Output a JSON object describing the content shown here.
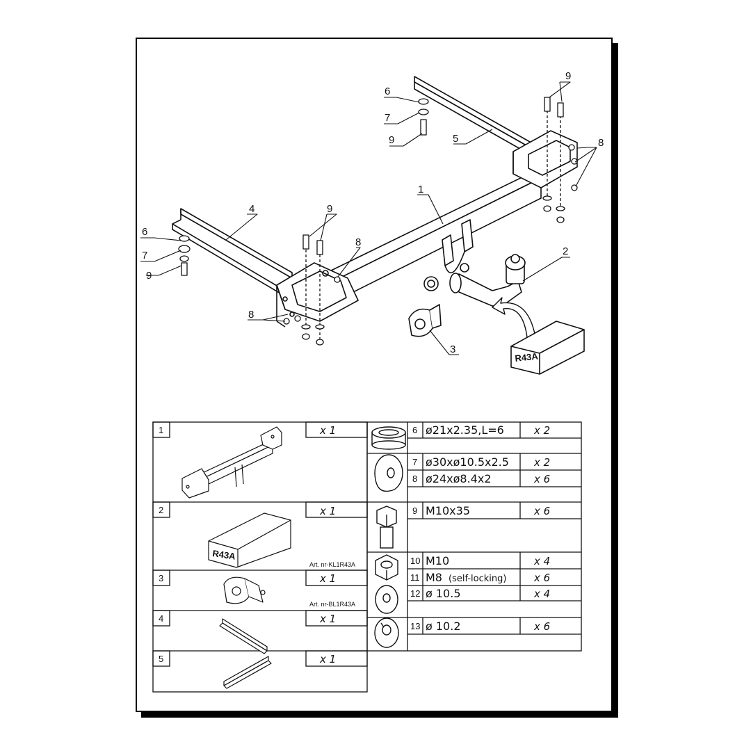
{
  "diagram": {
    "callouts": [
      "1",
      "2",
      "3",
      "4",
      "5",
      "6",
      "7",
      "9",
      "6",
      "7",
      "9",
      "9",
      "8",
      "9",
      "8",
      "8"
    ],
    "module_label": "R43A"
  },
  "parts_left": [
    {
      "no": "1",
      "qty": "x 1",
      "art": ""
    },
    {
      "no": "2",
      "qty": "x 1",
      "art": "Art. nr-KL1R43A",
      "box": "R43A"
    },
    {
      "no": "3",
      "qty": "x 1",
      "art": "Art. nr-BL1R43A"
    },
    {
      "no": "4",
      "qty": "x 1",
      "art": ""
    },
    {
      "no": "5",
      "qty": "x 1",
      "art": ""
    }
  ],
  "parts_right": [
    {
      "no": "6",
      "spec": "ø21x2.35,L=6",
      "qty": "x 2"
    },
    {
      "no": "7",
      "spec": "ø30xø10.5x2.5",
      "qty": "x 2"
    },
    {
      "no": "8",
      "spec": "ø24xø8.4x2",
      "qty": "x 6"
    },
    {
      "no": "9",
      "spec": "M10x35",
      "qty": "x 6"
    },
    {
      "no": "10",
      "spec": "M10",
      "qty": "x 4"
    },
    {
      "no": "11",
      "spec": "M8",
      "spec_note": "(self-locking)",
      "qty": "x 6"
    },
    {
      "no": "12",
      "spec": "ø 10.5",
      "qty": "x 4"
    },
    {
      "no": "13",
      "spec": "ø 10.2",
      "qty": "x 6"
    }
  ]
}
